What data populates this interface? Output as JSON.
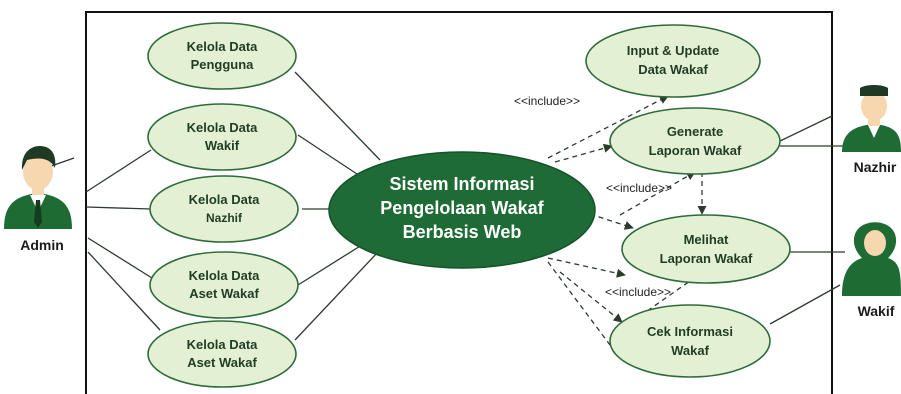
{
  "system": {
    "lines": [
      "Sistem Informasi",
      "Pengelolaan Wakaf",
      "Berbasis Web"
    ]
  },
  "actors": {
    "admin": "Admin",
    "nazhir": "Nazhir",
    "wakif": "Wakif"
  },
  "left_use_cases": [
    {
      "lines": [
        "Kelola Data",
        "Pengguna"
      ]
    },
    {
      "lines": [
        "Kelola Data",
        "Wakif"
      ]
    },
    {
      "lines": [
        "Kelola Data",
        "Nazhif"
      ]
    },
    {
      "lines": [
        "Kelola Data",
        "Aset Wakaf"
      ]
    },
    {
      "lines": [
        "Kelola Data",
        "Aset Wakaf"
      ]
    }
  ],
  "right_use_cases": [
    {
      "lines": [
        "Input & Update",
        "Data Wakaf"
      ]
    },
    {
      "lines": [
        "Generate",
        "Laporan Wakaf"
      ]
    },
    {
      "lines": [
        "Melihat",
        "Laporan Wakaf"
      ]
    },
    {
      "lines": [
        "Cek Informasi",
        "Wakaf"
      ]
    }
  ],
  "include_labels": [
    "<<include>>",
    "<<include>>",
    "<<include>>"
  ],
  "colors": {
    "use_case_fill": "#e4f0d3",
    "use_case_stroke": "#2e6b3a",
    "system_fill": "#1e6b35",
    "actor_green": "#1f6b34",
    "skin": "#f6d7b0",
    "line": "#2d3b2f"
  }
}
